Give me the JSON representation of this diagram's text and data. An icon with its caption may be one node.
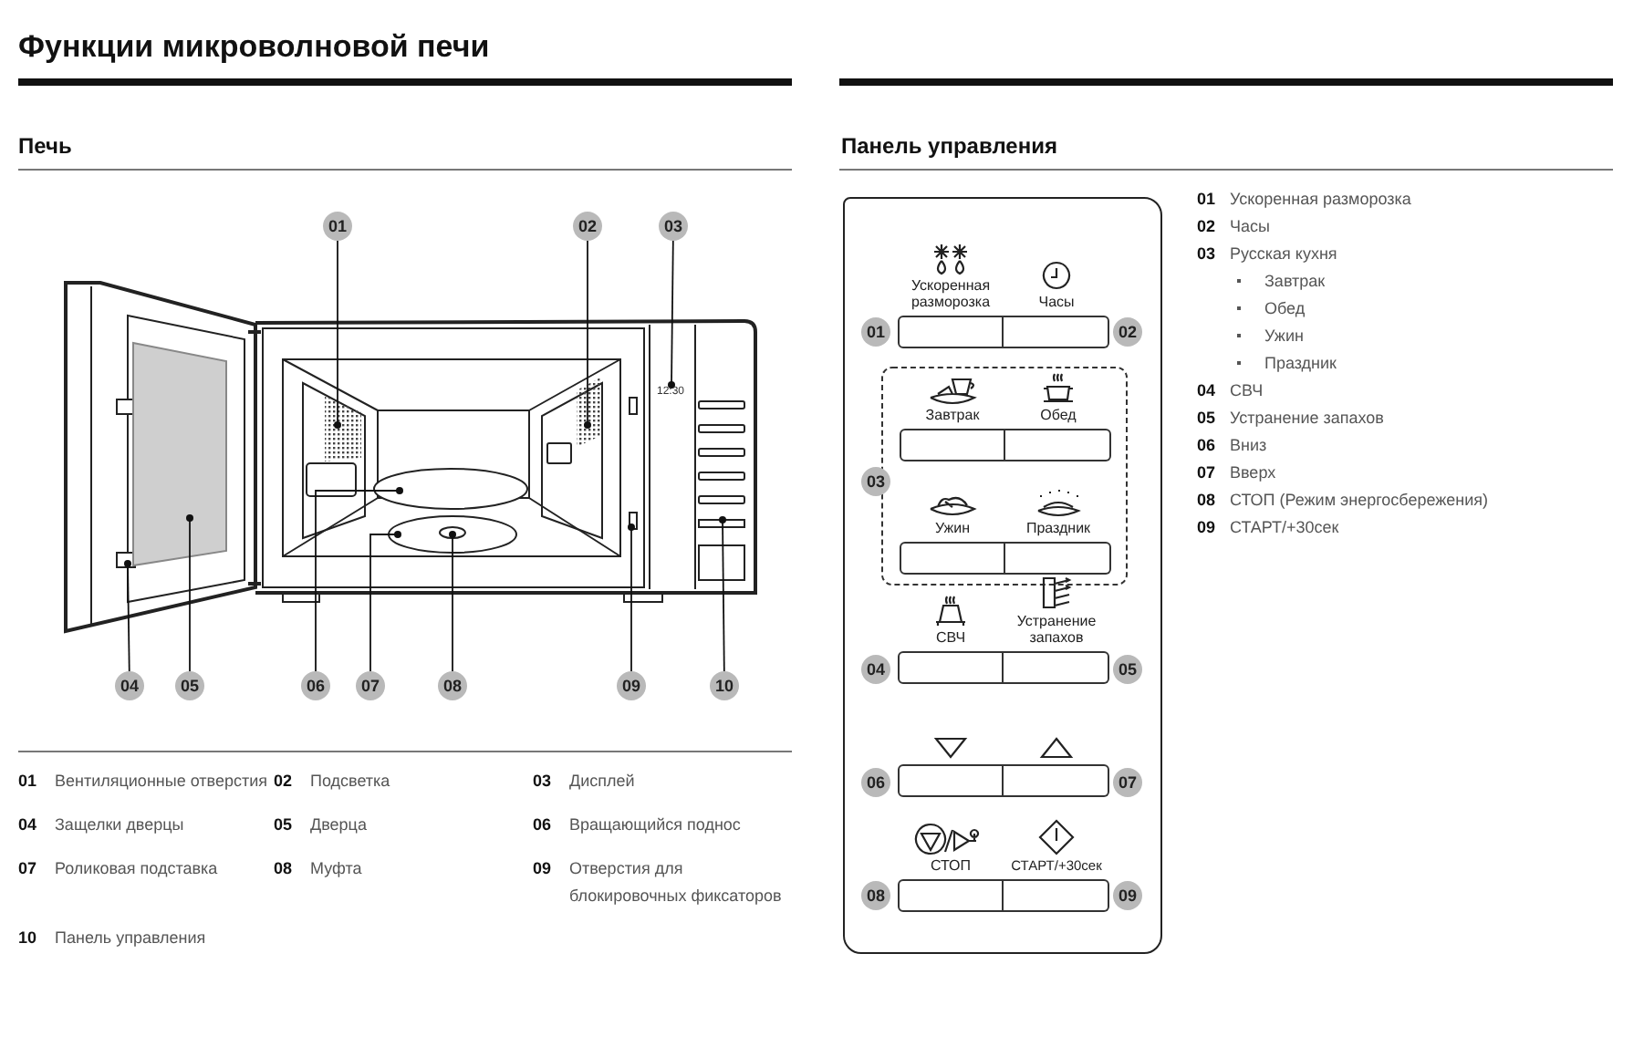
{
  "diagram": {
    "title": "Функции микроволновой печи",
    "nodes": [
      {
        "text": [
          "01"
        ]
      },
      {
        "text": [
          "02"
        ]
      },
      {
        "text": [
          "03"
        ]
      },
      {
        "text": [
          "04"
        ]
      },
      {
        "text": [
          "05"
        ]
      },
      {
        "text": [
          "06"
        ]
      },
      {
        "text": [
          "07"
        ]
      },
      {
        "text": [
          "08"
        ]
      },
      {
        "text": [
          "09"
        ]
      },
      {
        "text": [
          "10"
        ]
      },
      {
        "text": [],
        "shape": "box"
      },
      {
        "text": [],
        "shape": "box",
        "in": 10
      },
      {
        "text": [
          "Ускоренная разморозка"
        ],
        "in": 10
      },
      {
        "text": [
          "Часы"
        ],
        "in": 10
      },
      {
        "text": [
          "Завтрак"
        ],
        "in": 11
      },
      {
        "text": [
          "Обед"
        ],
        "in": 11
      },
      {
        "text": [
          "Ужин"
        ],
        "in": 11
      },
      {
        "text": [
          "Праздник"
        ],
        "in": 11
      },
      {
        "text": [
          "СВЧ"
        ],
        "in": 10
      },
      {
        "text": [
          "Устранение запахов"
        ],
        "in": 10
      },
      {
        "text": [],
        "shape": "box",
        "in": 10
      },
      {
        "text": [],
        "shape": "box",
        "in": 10
      },
      {
        "text": [
          "СТОП"
        ],
        "in": 10
      },
      {
        "text": [
          "СТАРТ/+30сек"
        ],
        "in": 10
      },
      {
        "text": [
          "12:30"
        ]
      },
      {
        "text": [
          "01"
        ],
        "in": 10
      },
      {
        "text": [
          "02"
        ],
        "in": 10
      },
      {
        "text": [
          "03"
        ],
        "in": 10
      },
      {
        "text": [
          "04"
        ],
        "in": 10
      },
      {
        "text": [
          "05"
        ],
        "in": 10
      },
      {
        "text": [
          "06"
        ],
        "in": 10
      },
      {
        "text": [
          "07"
        ],
        "in": 10
      },
      {
        "text": [
          "08"
        ],
        "in": 10
      },
      {
        "text": [
          "09"
        ],
        "in": 10
      },
      {
        "text": [],
        "shape": "box"
      },
      {
        "text": [],
        "shape": "box"
      },
      {
        "text": [],
        "shape": "box"
      },
      {
        "text": [],
        "shape": "box"
      },
      {
        "text": [],
        "shape": "ellipse"
      },
      {
        "text": [],
        "shape": "ellipse"
      },
      {
        "text": [],
        "shape": "ellipse",
        "in": 39
      },
      {
        "text": [],
        "shape": "box"
      },
      {
        "text": [],
        "shape": "box"
      }
    ],
    "edges": [
      {
        "from": 0,
        "to": 34,
        "arrow": "other"
      },
      {
        "from": 1,
        "to": 35,
        "arrow": "other"
      },
      {
        "from": 2,
        "to": 24,
        "arrow": "other"
      },
      {
        "from": 3,
        "to": 36,
        "arrow": "other"
      },
      {
        "from": 4,
        "to": 37,
        "arrow": "other"
      },
      {
        "from": 5,
        "to": 38,
        "arrow": "other"
      },
      {
        "from": 6,
        "to": 39,
        "arrow": "other"
      },
      {
        "from": 7,
        "to": 40,
        "arrow": "other"
      },
      {
        "from": 8,
        "to": 41,
        "arrow": "other"
      },
      {
        "from": 9,
        "to": 42,
        "arrow": "other"
      }
    ],
    "labels": [
      "Печь",
      "01",
      "Вентиляционные отверстия",
      "02",
      "Подсветка",
      "03",
      "Дисплей",
      "04",
      "Защелки дверцы",
      "05",
      "Дверца",
      "06",
      "Вращающийся поднос",
      "07",
      "Роликовая подставка",
      "08",
      "Муфта",
      "09",
      "Отверстия для блокировочных фиксаторов",
      "10",
      "Панель управления",
      "Панель управления",
      "01",
      "Ускоренная разморозка",
      "02",
      "Часы",
      "03",
      "Русская кухня",
      "Завтрак",
      "Обед",
      "Ужин",
      "Праздник",
      "04",
      "СВЧ",
      "05",
      "Устранение запахов",
      "06",
      "Вниз",
      "07",
      "Вверх",
      "08",
      "СТОП (Режим энергосбережения)",
      "09",
      "СТАРТ/+30сек"
    ]
  }
}
